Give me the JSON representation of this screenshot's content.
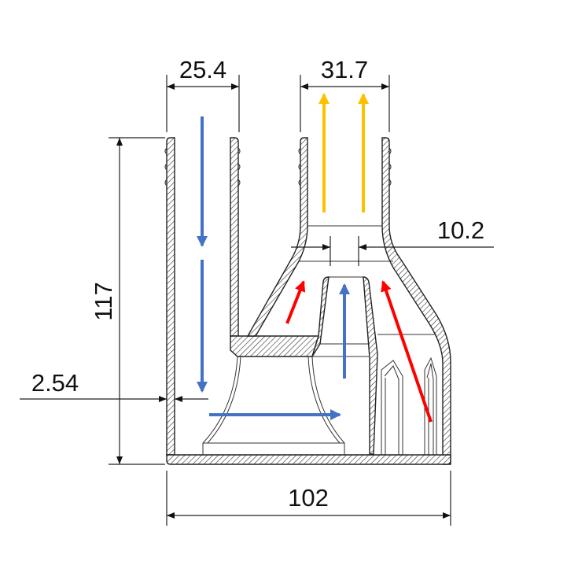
{
  "dimensions": {
    "top_left_width": "25.4",
    "top_right_width": "31.7",
    "height": "117",
    "wall_thickness": "2.54",
    "throat_width": "10.2",
    "overall_width": "102"
  },
  "colors": {
    "flow_blue": "#4472c4",
    "flow_yellow": "#ffc000",
    "flow_red": "#ff0000",
    "outline": "#222222"
  }
}
